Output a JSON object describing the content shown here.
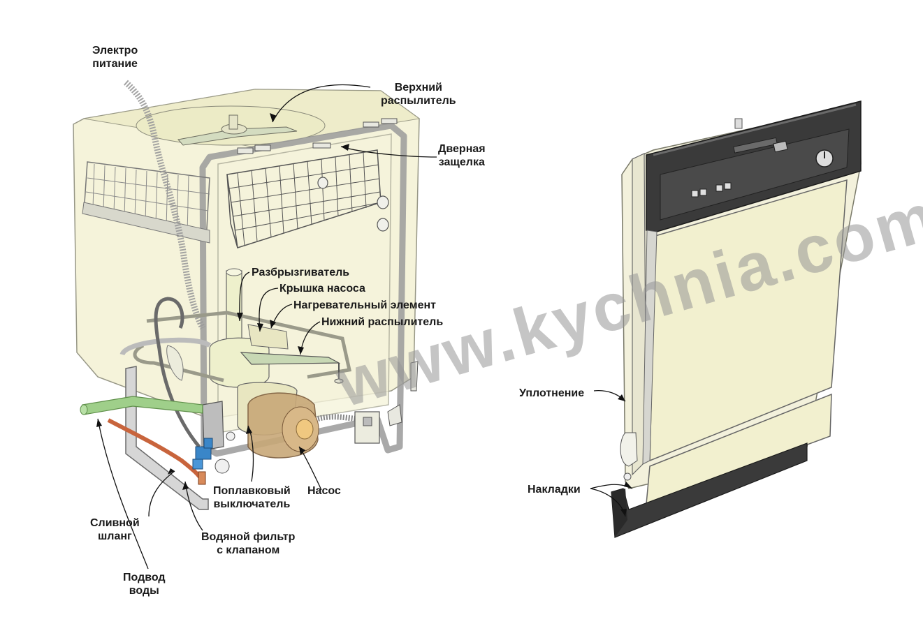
{
  "labels": {
    "power": [
      "Электро",
      "питание"
    ],
    "upper_sprayer": [
      "Верхний",
      "распылитель"
    ],
    "door_latch": [
      "Дверная",
      "защелка"
    ],
    "sprinkler": "Разбрызгиватель",
    "pump_cover": "Крышка насоса",
    "heating_element": "Нагревательный элемент",
    "lower_sprayer": "Нижний распылитель",
    "float_switch": [
      "Поплавковый",
      "выключатель"
    ],
    "pump": "Насос",
    "drain_hose": [
      "Сливной",
      "шланг"
    ],
    "water_filter": [
      "Водяной фильтр",
      "с клапаном"
    ],
    "water_supply": [
      "Подвод",
      "воды"
    ],
    "seal": "Уплотнение",
    "panels": "Накладки"
  },
  "watermark": "www.kychnia.com",
  "colors": {
    "body_fill": "#f4f2d6",
    "door_panel": "#f2f0cf",
    "control_panel": "#3a3a3a",
    "frame": "#9a9a9a",
    "pump": "#c8a878",
    "inlet_pipe": "#9fcf8a",
    "drain_hose": "#c8643c",
    "valve": "#3a86c8",
    "text": "#1a1a1a"
  }
}
